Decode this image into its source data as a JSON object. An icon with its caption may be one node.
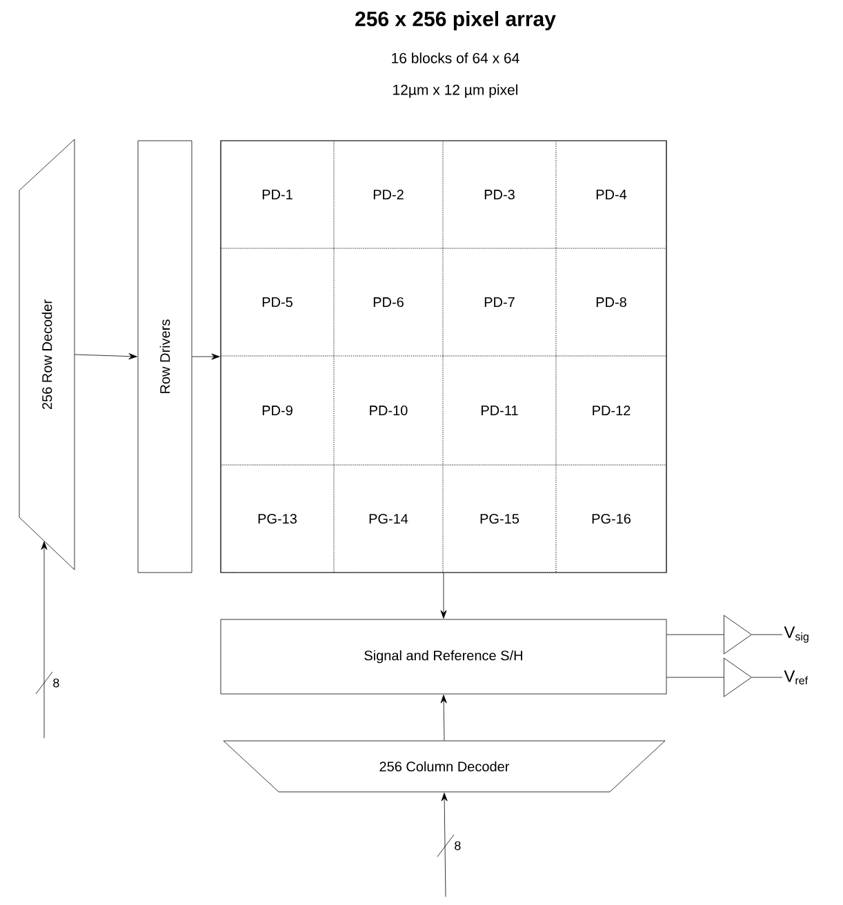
{
  "diagram": {
    "nodes": [
      {
        "text": [
          "256 Row Decoder"
        ]
      },
      {
        "text": [
          "Row Drivers"
        ]
      },
      {
        "text": [
          "256 x 256 pixel array",
          "16 blocks of 64 x 64",
          "12µm x 12 µm pixel"
        ]
      },
      {
        "text": [
          "PD-1"
        ],
        "in": 2
      },
      {
        "text": [
          "PD-2"
        ],
        "in": 2
      },
      {
        "text": [
          "PD-3"
        ],
        "in": 2
      },
      {
        "text": [
          "PD-4"
        ],
        "in": 2
      },
      {
        "text": [
          "PD-5"
        ],
        "in": 2
      },
      {
        "text": [
          "PD-6"
        ],
        "in": 2
      },
      {
        "text": [
          "PD-7"
        ],
        "in": 2
      },
      {
        "text": [
          "PD-8"
        ],
        "in": 2
      },
      {
        "text": [
          "PD-9"
        ],
        "in": 2
      },
      {
        "text": [
          "PD-10"
        ],
        "in": 2
      },
      {
        "text": [
          "PD-11"
        ],
        "in": 2
      },
      {
        "text": [
          "PD-12"
        ],
        "in": 2
      },
      {
        "text": [
          "PG-13"
        ],
        "in": 2
      },
      {
        "text": [
          "PG-14"
        ],
        "in": 2
      },
      {
        "text": [
          "PG-15"
        ],
        "in": 2
      },
      {
        "text": [
          "PG-16"
        ],
        "in": 2
      },
      {
        "text": [
          "Signal and Reference S/H"
        ]
      },
      {
        "text": [
          "256 Column Decoder"
        ]
      },
      {
        "text": [],
        "shape": "triangle"
      },
      {
        "text": [],
        "shape": "triangle"
      },
      {
        "text": [
          "V$_{sig}$"
        ]
      },
      {
        "text": [
          "V$_{ref}$"
        ]
      }
    ],
    "edges": [
      {
        "from": 0,
        "to": 1,
        "arrow": "to"
      },
      {
        "from": 1,
        "to": 2,
        "arrow": "to"
      },
      {
        "from": 2,
        "to": 19,
        "arrow": "to"
      },
      {
        "from": 20,
        "to": 19,
        "arrow": "to"
      },
      {
        "from": null,
        "to": 0,
        "arrow": "to",
        "label": "8"
      },
      {
        "from": null,
        "to": 20,
        "arrow": "to",
        "label": "8"
      },
      {
        "from": 19,
        "to": 21,
        "arrow": "none"
      },
      {
        "from": 21,
        "to": 23,
        "arrow": "none"
      },
      {
        "from": 19,
        "to": 22,
        "arrow": "none"
      },
      {
        "from": 22,
        "to": 24,
        "arrow": "none"
      }
    ]
  }
}
